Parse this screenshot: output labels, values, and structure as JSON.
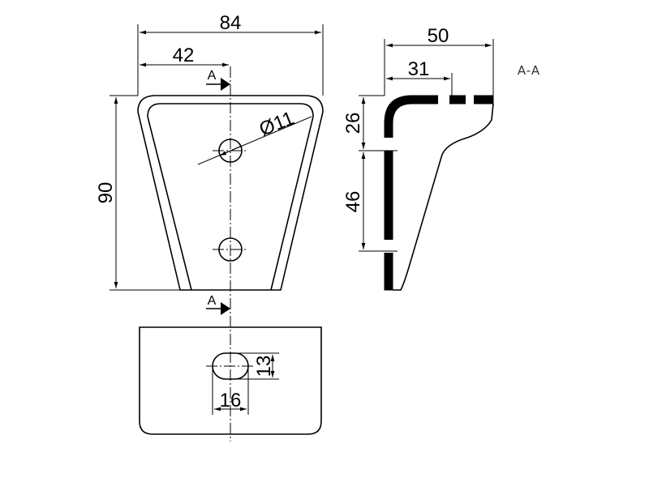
{
  "dimensions": {
    "overall_width": "84",
    "half_width": "42",
    "height": "90",
    "hole_diameter": "Ø11",
    "side_width": "50",
    "side_inner": "31",
    "side_upper": "26",
    "side_lower": "46",
    "slot_height": "13",
    "slot_width": "16"
  },
  "section": {
    "marker_top": "A",
    "marker_bottom": "A",
    "title": "A-A"
  }
}
